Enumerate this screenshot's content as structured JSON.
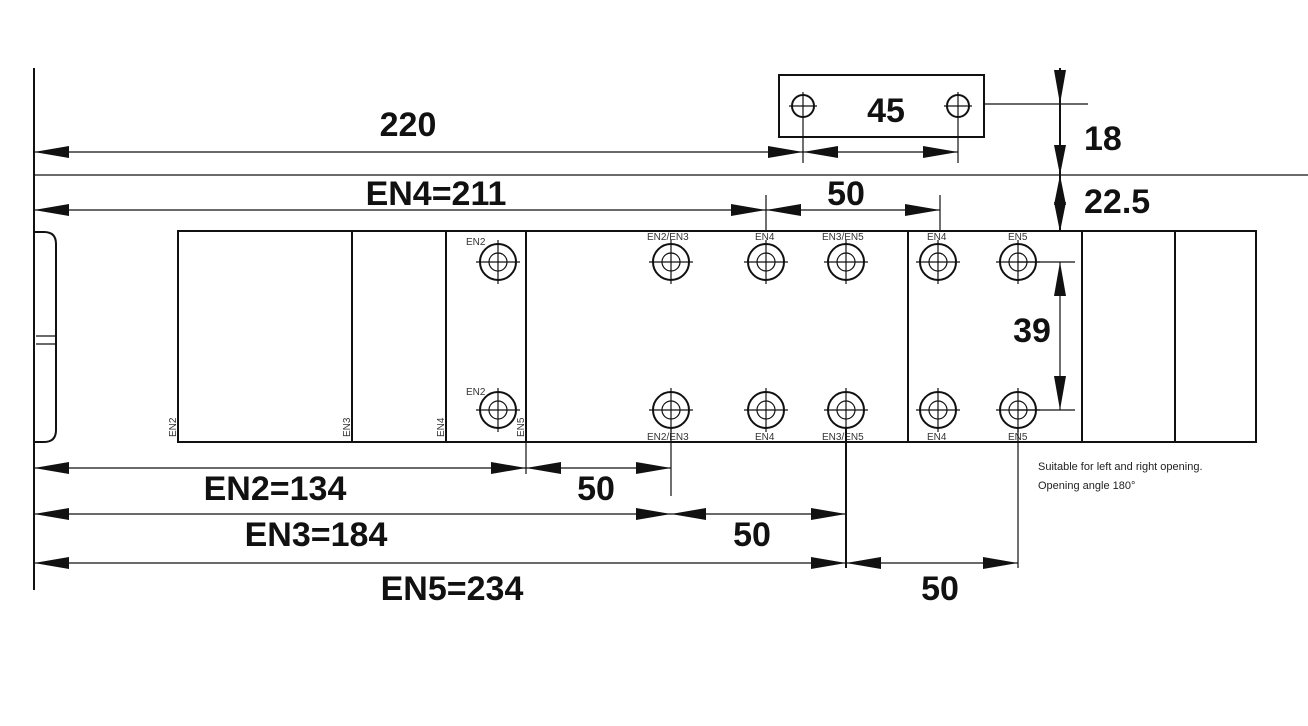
{
  "dimensions": {
    "total": "220",
    "en4": "EN4=211",
    "en2": "EN2=134",
    "en3": "EN3=184",
    "en5": "EN5=234",
    "pitch_top": "50",
    "pitch_en2": "50",
    "pitch_en3": "50",
    "pitch_en5": "50",
    "plate_hole_spacing": "45",
    "plate_height": "18",
    "offset": "22.5",
    "hole_vertical": "39"
  },
  "hole_labels": {
    "en2": "EN2",
    "en2_en3": "EN2/EN3",
    "en4": "EN4",
    "en3_en5": "EN3/EN5",
    "en5": "EN5"
  },
  "side_labels": {
    "s1": "EN2",
    "s2": "EN3",
    "s3": "EN4",
    "s4": "EN5"
  },
  "note": {
    "line1": "Suitable for left and right opening.",
    "line2": "Opening angle 180°"
  }
}
